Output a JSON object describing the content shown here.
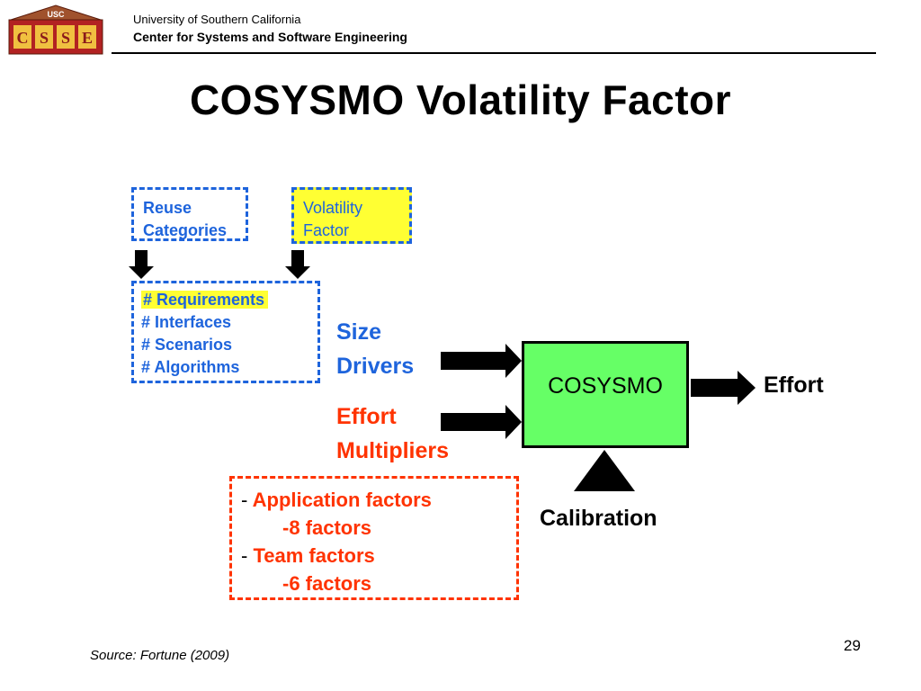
{
  "header": {
    "logo_text_top": "USC",
    "logo_letters": [
      "C",
      "S",
      "S",
      "E"
    ],
    "university": "University of Southern California",
    "center": "Center for Systems and Software Engineering"
  },
  "title": "COSYSMO Volatility Factor",
  "diagram": {
    "reuse_box": {
      "line1": "Reuse",
      "line2": "Categories"
    },
    "volatility_box": {
      "line1": "Volatility",
      "line2": "Factor"
    },
    "size_box": {
      "items": [
        "# Requirements",
        "# Interfaces",
        "# Scenarios",
        "# Algorithms"
      ]
    },
    "size_drivers": {
      "line1": "Size",
      "line2": "Drivers"
    },
    "effort_multipliers": {
      "line1": "Effort",
      "line2": "Multipliers"
    },
    "model": "COSYSMO",
    "output": "Effort",
    "calibration": "Calibration",
    "factors_box": {
      "dash": "-",
      "app": "Application factors",
      "app_count": "-8 factors",
      "team": "Team factors",
      "team_count": "-6 factors"
    }
  },
  "footer": {
    "source": "Source: Fortune (2009)",
    "page_number": "29"
  },
  "colors": {
    "blue": "#1e64dc",
    "red": "#ff3300",
    "yellow": "#ffff33",
    "green": "#66ff66",
    "logo_brick": "#8b1a1a",
    "logo_gold": "#f0c040"
  }
}
